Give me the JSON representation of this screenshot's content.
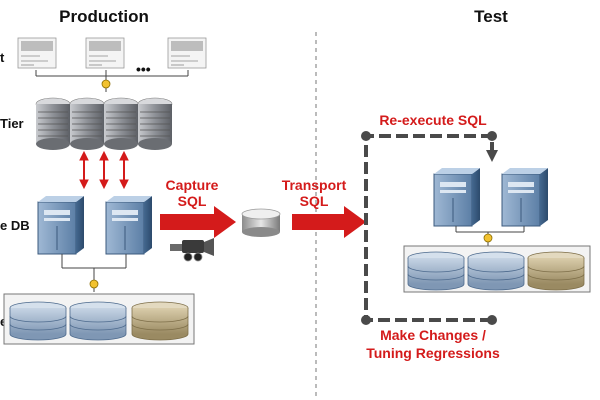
{
  "sections": {
    "production_title": "Production",
    "test_title": "Test"
  },
  "side_labels": {
    "client_fragment": "t",
    "tier_fragment": "Tier",
    "db_fragment": "e DB",
    "storage_fragment": "e"
  },
  "flow": {
    "capture": [
      "Capture",
      "SQL"
    ],
    "transport": [
      "Transport",
      "SQL"
    ],
    "reexecute": "Re-execute SQL",
    "make_changes": [
      "Make Changes /",
      "Tuning Regressions"
    ]
  },
  "ellipsis": "•••",
  "colors": {
    "accent_red": "#d41b1b",
    "server_blue": "#6f8fb2",
    "loop_gray": "#4a4a4a",
    "disk_blue": "#9fb4cc",
    "disk_gold": "#b8a882"
  }
}
